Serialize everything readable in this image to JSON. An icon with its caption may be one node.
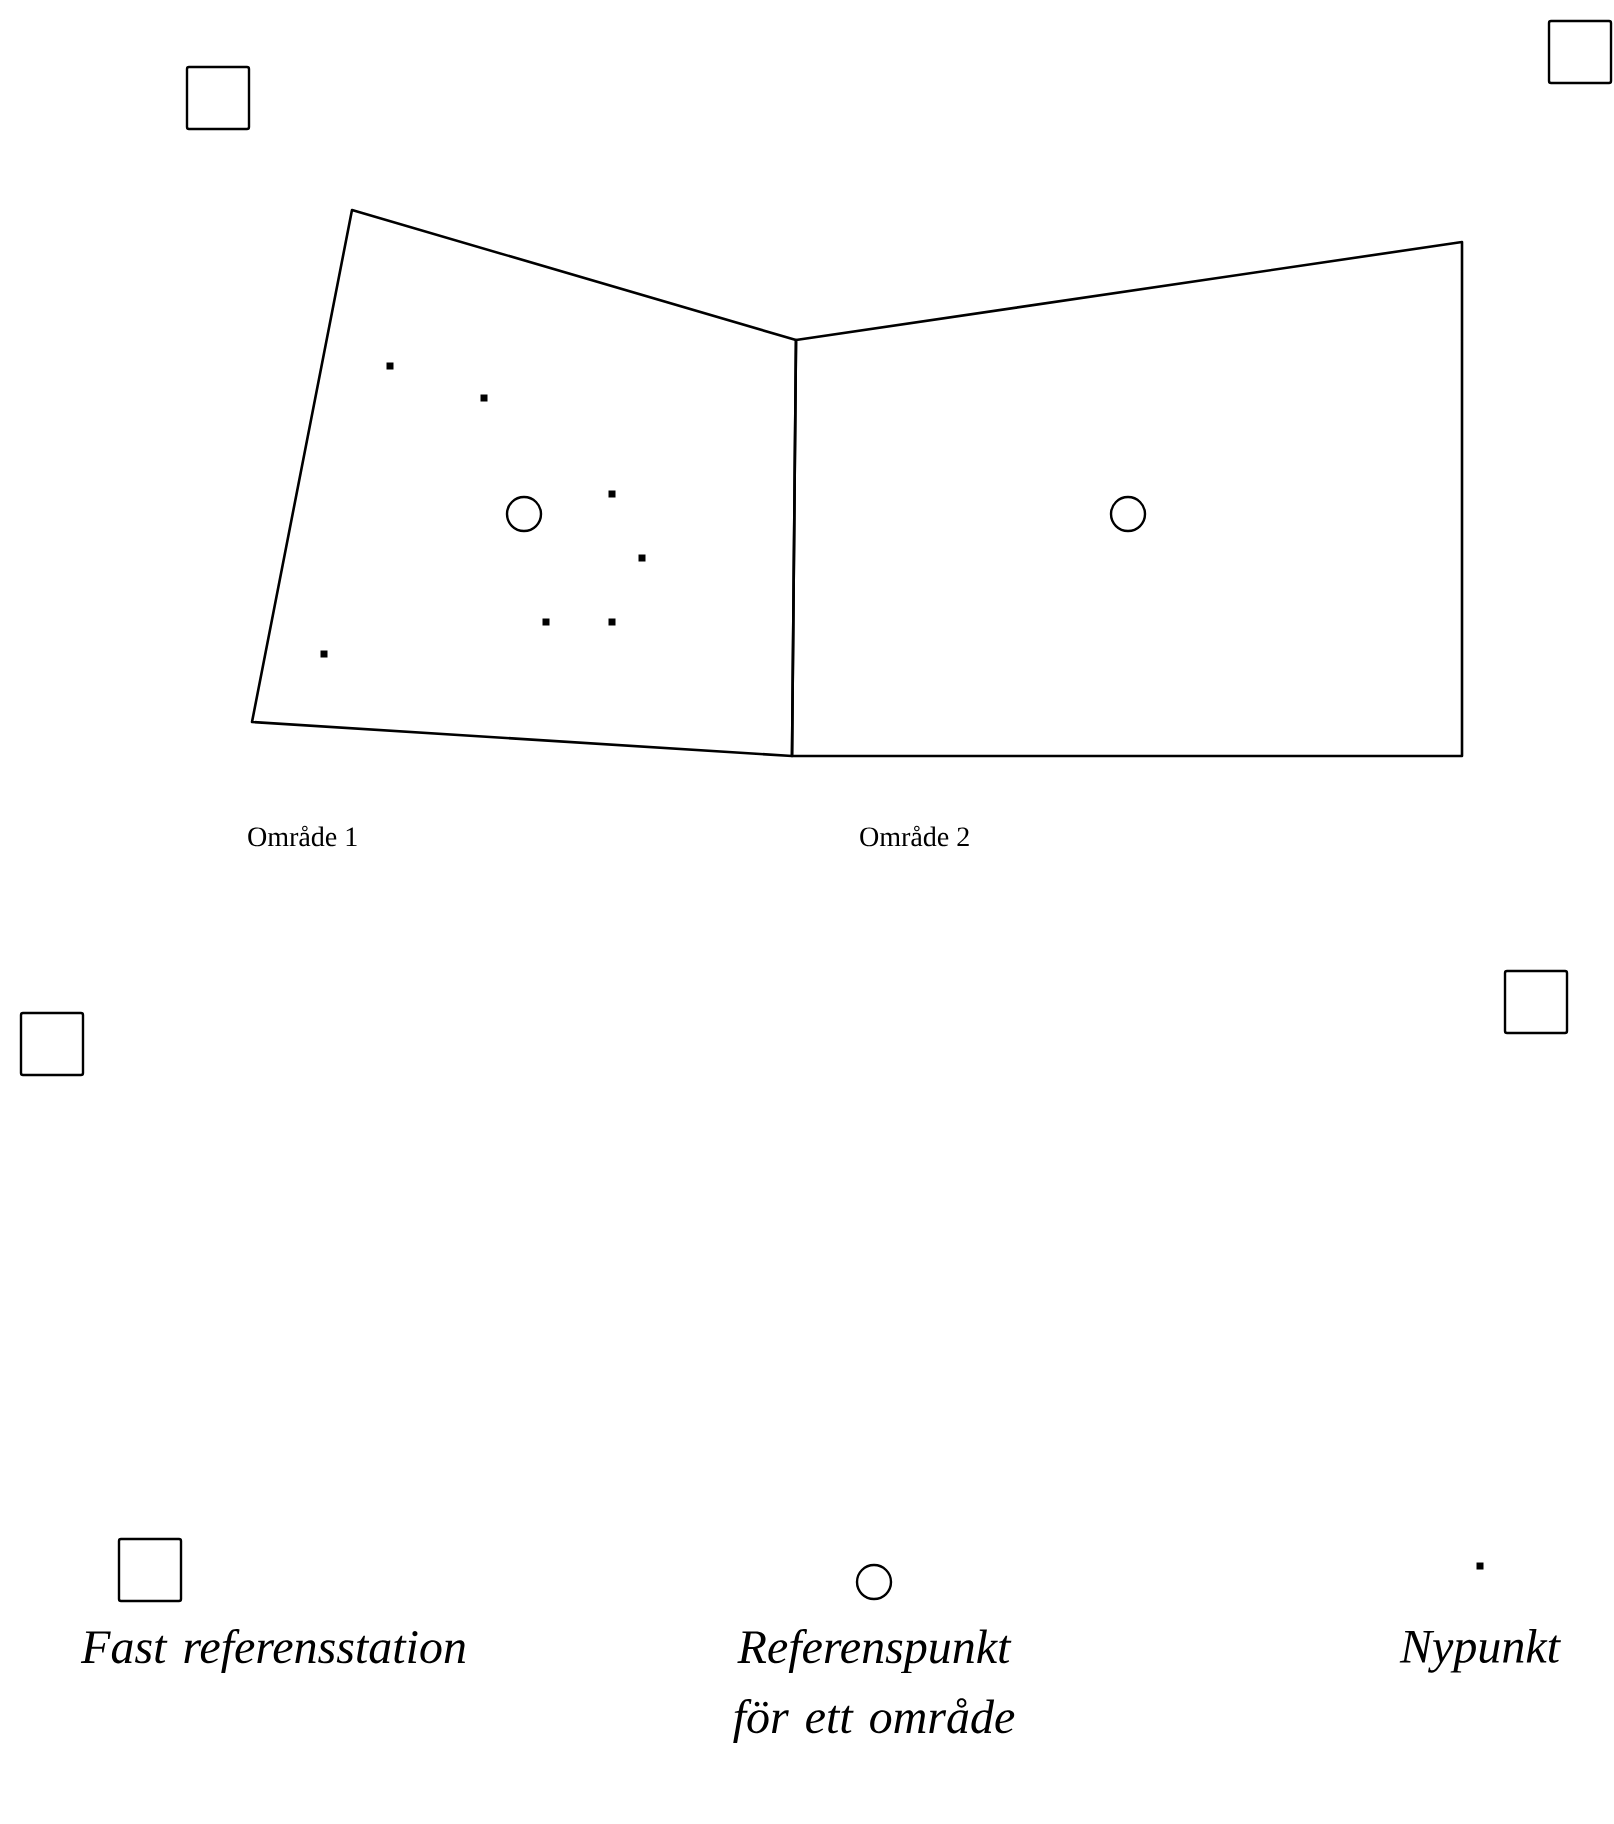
{
  "diagram": {
    "nodes": [
      {
        "text": [],
        "shape": "box"
      },
      {
        "text": [],
        "shape": "box"
      },
      {
        "text": [],
        "shape": "polygon",
        "beside": [
          "Område 1"
        ]
      },
      {
        "text": [],
        "shape": "circle",
        "in": 2
      },
      {
        "text": [],
        "shape": "dot",
        "in": 2
      },
      {
        "text": [],
        "shape": "dot",
        "in": 2
      },
      {
        "text": [],
        "shape": "dot",
        "in": 2
      },
      {
        "text": [],
        "shape": "dot",
        "in": 2
      },
      {
        "text": [],
        "shape": "dot",
        "in": 2
      },
      {
        "text": [],
        "shape": "dot",
        "in": 2
      },
      {
        "text": [],
        "shape": "dot",
        "in": 2
      },
      {
        "text": [],
        "shape": "polygon",
        "beside": [
          "Område 2"
        ]
      },
      {
        "text": [],
        "shape": "circle",
        "in": 11
      },
      {
        "text": [],
        "shape": "box"
      },
      {
        "text": [],
        "shape": "box"
      }
    ],
    "legend": [
      {
        "text": "Fast referensstation"
      },
      {
        "text": "Referenspunkt för ett område"
      },
      {
        "text": "Nypunkt"
      }
    ]
  }
}
